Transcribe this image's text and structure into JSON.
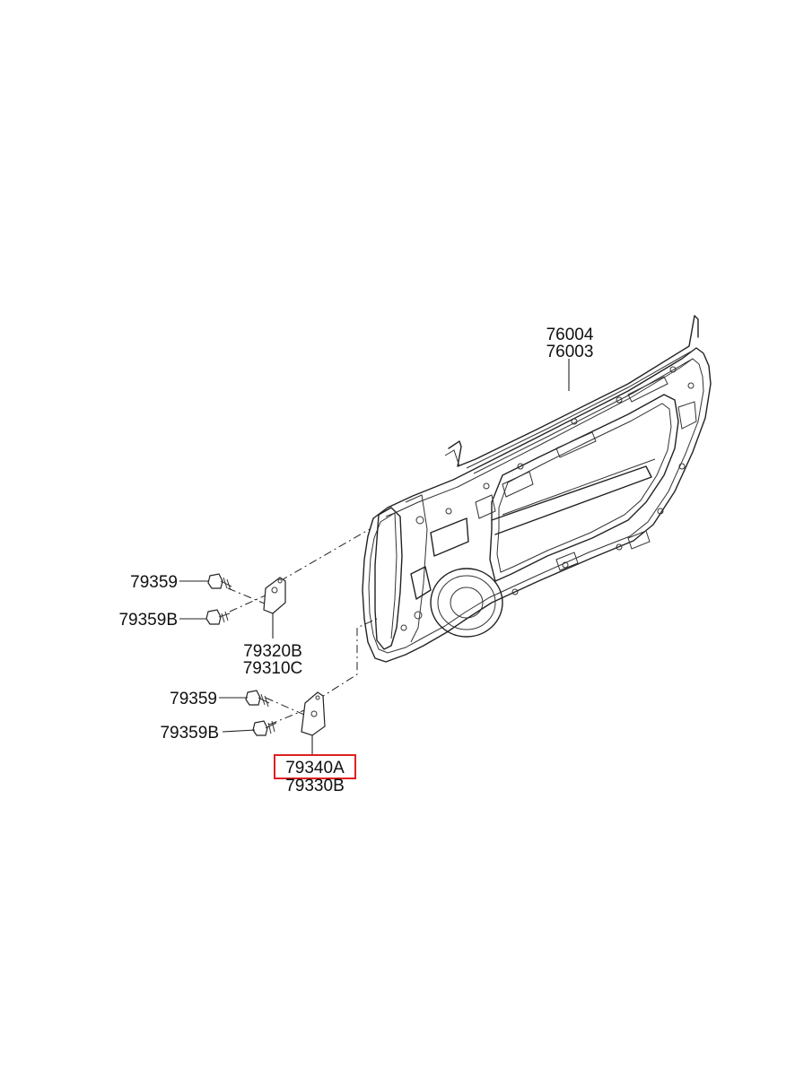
{
  "labels": {
    "panel_a": "76004",
    "panel_b": "76003",
    "upper_bolt": "79359",
    "upper_bolt_b": "79359B",
    "upper_hinge_a": "79320B",
    "upper_hinge_b": "79310C",
    "lower_bolt": "79359",
    "lower_bolt_b": "79359B",
    "lower_hinge_a": "79340A",
    "lower_hinge_b": "79330B"
  },
  "highlight": {
    "label": "79340A",
    "color": "#e02020"
  }
}
